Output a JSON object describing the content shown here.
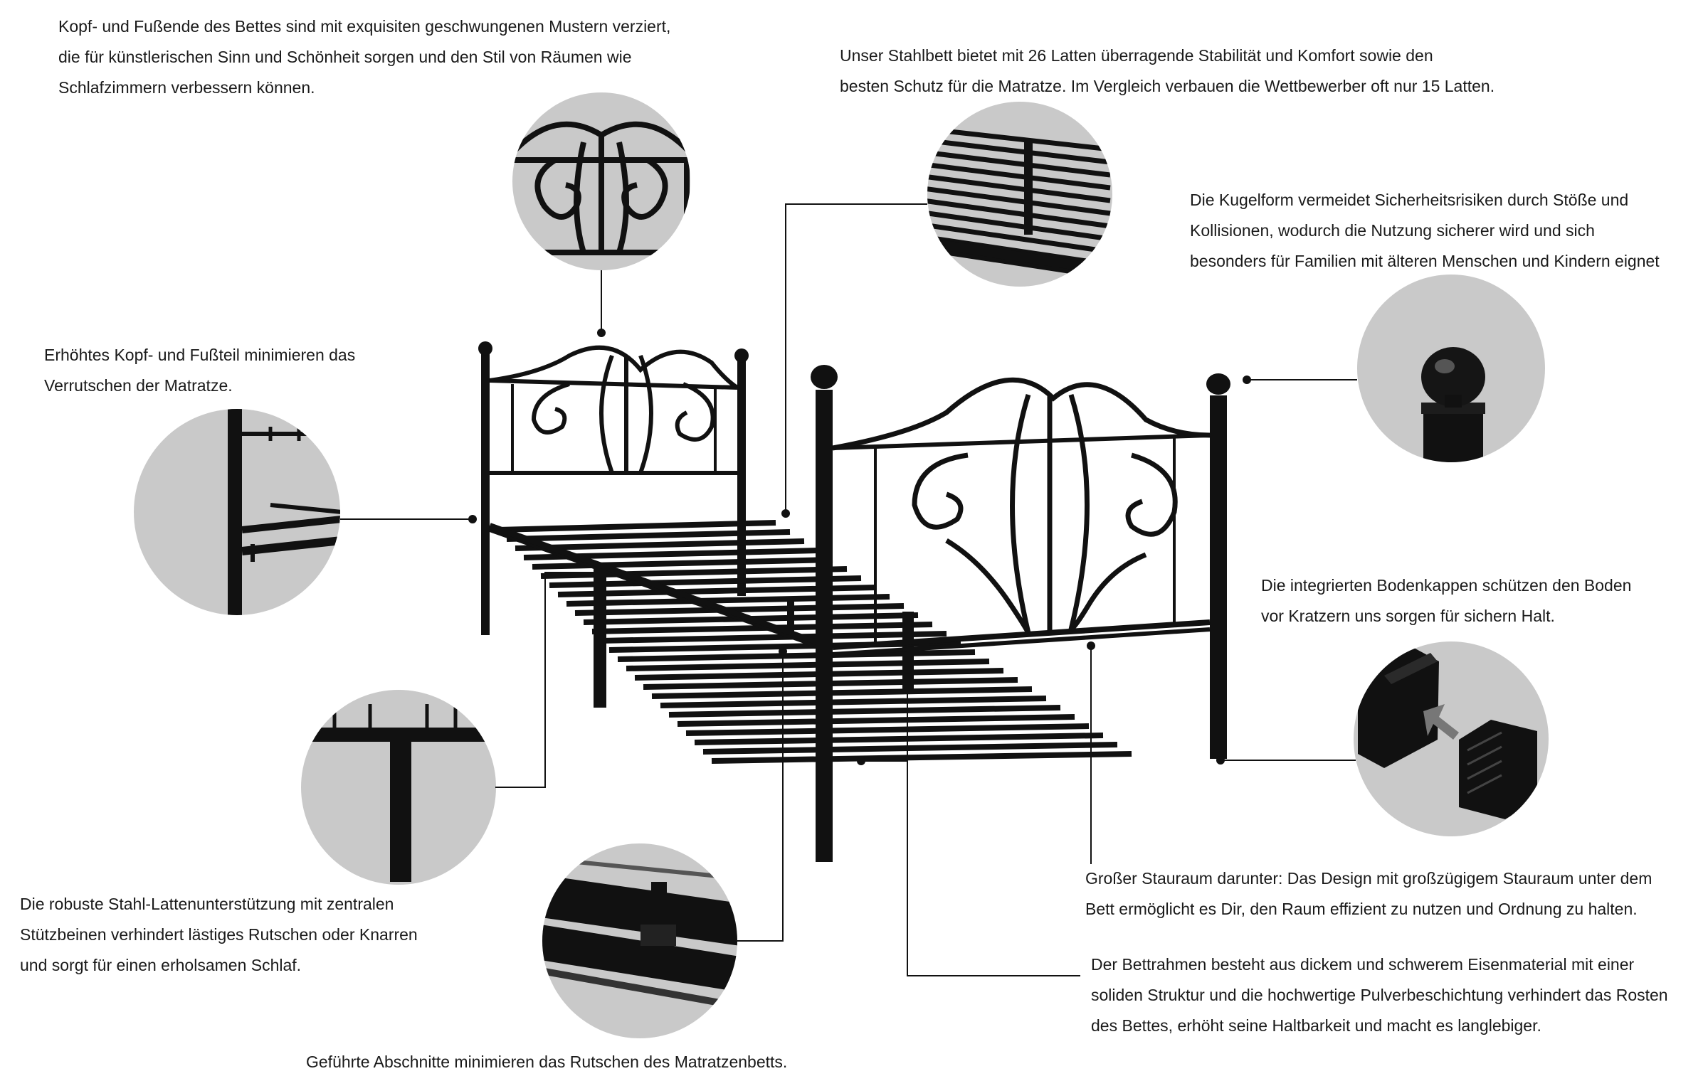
{
  "annotations": {
    "headboard_pattern": [
      "Kopf- und Fußende des Bettes sind mit exquisiten geschwungenen Mustern verziert,",
      "die für künstlerischen Sinn und Schönheit sorgen und den Stil von Räumen wie",
      "Schlafzimmern verbessern können."
    ],
    "slats": [
      "Unser Stahlbett bietet mit 26 Latten überragende Stabilität und Komfort sowie den",
      "besten Schutz für die Matratze. Im Vergleich verbauen die Wettbewerber oft nur 15 Latten."
    ],
    "ball_shape": [
      "Die Kugelform vermeidet Sicherheitsrisiken durch Stöße und",
      "Kollisionen, wodurch die Nutzung sicherer wird und sich",
      "besonders für Familien mit älteren Menschen und Kindern eignet"
    ],
    "raised_ends": [
      "Erhöhtes Kopf- und Fußteil minimieren das",
      "Verrutschen der Matratze."
    ],
    "floor_caps": [
      "Die integrierten Bodenkappen schützen den Boden",
      "vor Kratzern uns sorgen für sichern Halt."
    ],
    "support": [
      "Die robuste Stahl-Lattenunterstützung mit zentralen",
      "Stützbeinen verhindert lästiges Rutschen oder Knarren",
      "und sorgt für einen erholsamen Schlaf."
    ],
    "storage": [
      "Großer Stauraum darunter: Das Design mit großzügigem Stauraum unter dem",
      "Bett ermöglicht es Dir, den Raum effizient zu nutzen und Ordnung zu halten."
    ],
    "frame_material": [
      "Der Bettrahmen besteht aus dickem und schwerem Eisenmaterial mit einer",
      "soliden Struktur und die hochwertige Pulverbeschichtung verhindert das Rosten",
      "des Bettes, erhöht seine Haltbarkeit und macht es langlebiger."
    ],
    "guided_sections": [
      "Geführte Abschnitte minimieren das Rutschen des Matratzenbetts."
    ]
  },
  "colors": {
    "frame": "#111111",
    "detail_circle": "#c9c9c9",
    "text": "#1a1a1a"
  },
  "icons": [
    "headboard-detail-image",
    "slats-detail-image",
    "ball-finial-detail-image",
    "side-rail-detail-image",
    "floor-cap-detail-image",
    "slat-support-detail-image",
    "guided-section-detail-image",
    "metal-bed-frame-image"
  ]
}
